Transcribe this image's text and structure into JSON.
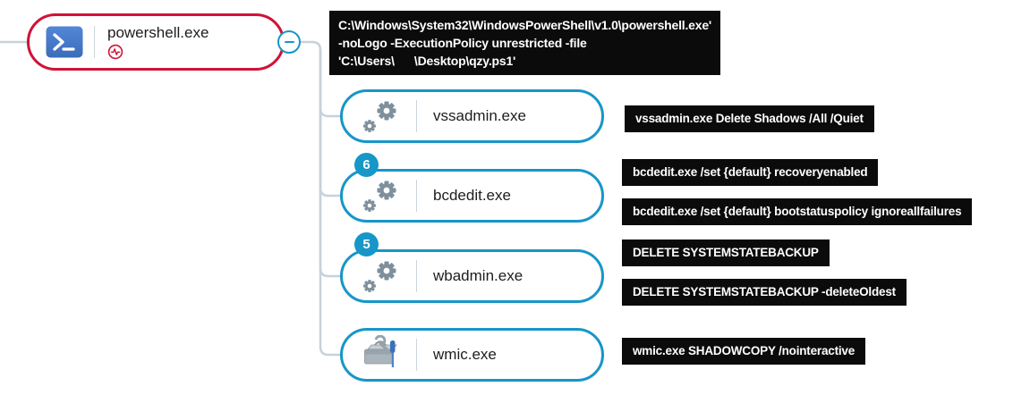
{
  "app": {
    "view_name": "process-tree-graph"
  },
  "colors": {
    "danger_border": "#d01238",
    "accent_blue": "#1796c8",
    "connector_gray": "#c7d2d9",
    "command_box_bg": "#0b0b0b",
    "command_box_text": "#ffffff",
    "gear_gray": "#7e909c",
    "powershell_blue": "#4477cc"
  },
  "root_process": {
    "name": "powershell.exe",
    "icon": "powershell-icon",
    "status_icon": "malicious-activity-pulse-icon",
    "collapse_control": "minus-collapse-button",
    "command_line": "C:\\Windows\\System32\\WindowsPowerShell\\v1.0\\powershell.exe'\n-noLogo -ExecutionPolicy unrestricted -file\n'C:\\Users\\      \\Desktop\\qzy.ps1'"
  },
  "children": [
    {
      "name": "vssadmin.exe",
      "icon": "gears-icon",
      "badge": "",
      "commands": [
        "vssadmin.exe Delete Shadows /All /Quiet"
      ]
    },
    {
      "name": "bcdedit.exe",
      "icon": "gears-icon",
      "badge": "6",
      "commands": [
        "bcdedit.exe /set {default} recoveryenabled",
        "bcdedit.exe /set {default} bootstatuspolicy ignoreallfailures"
      ]
    },
    {
      "name": "wbadmin.exe",
      "icon": "gears-icon",
      "badge": "5",
      "commands": [
        "DELETE SYSTEMSTATEBACKUP",
        "DELETE SYSTEMSTATEBACKUP -deleteOldest"
      ]
    },
    {
      "name": "wmic.exe",
      "icon": "toolbox-icon",
      "badge": "",
      "commands": [
        "wmic.exe SHADOWCOPY /nointeractive"
      ]
    }
  ]
}
